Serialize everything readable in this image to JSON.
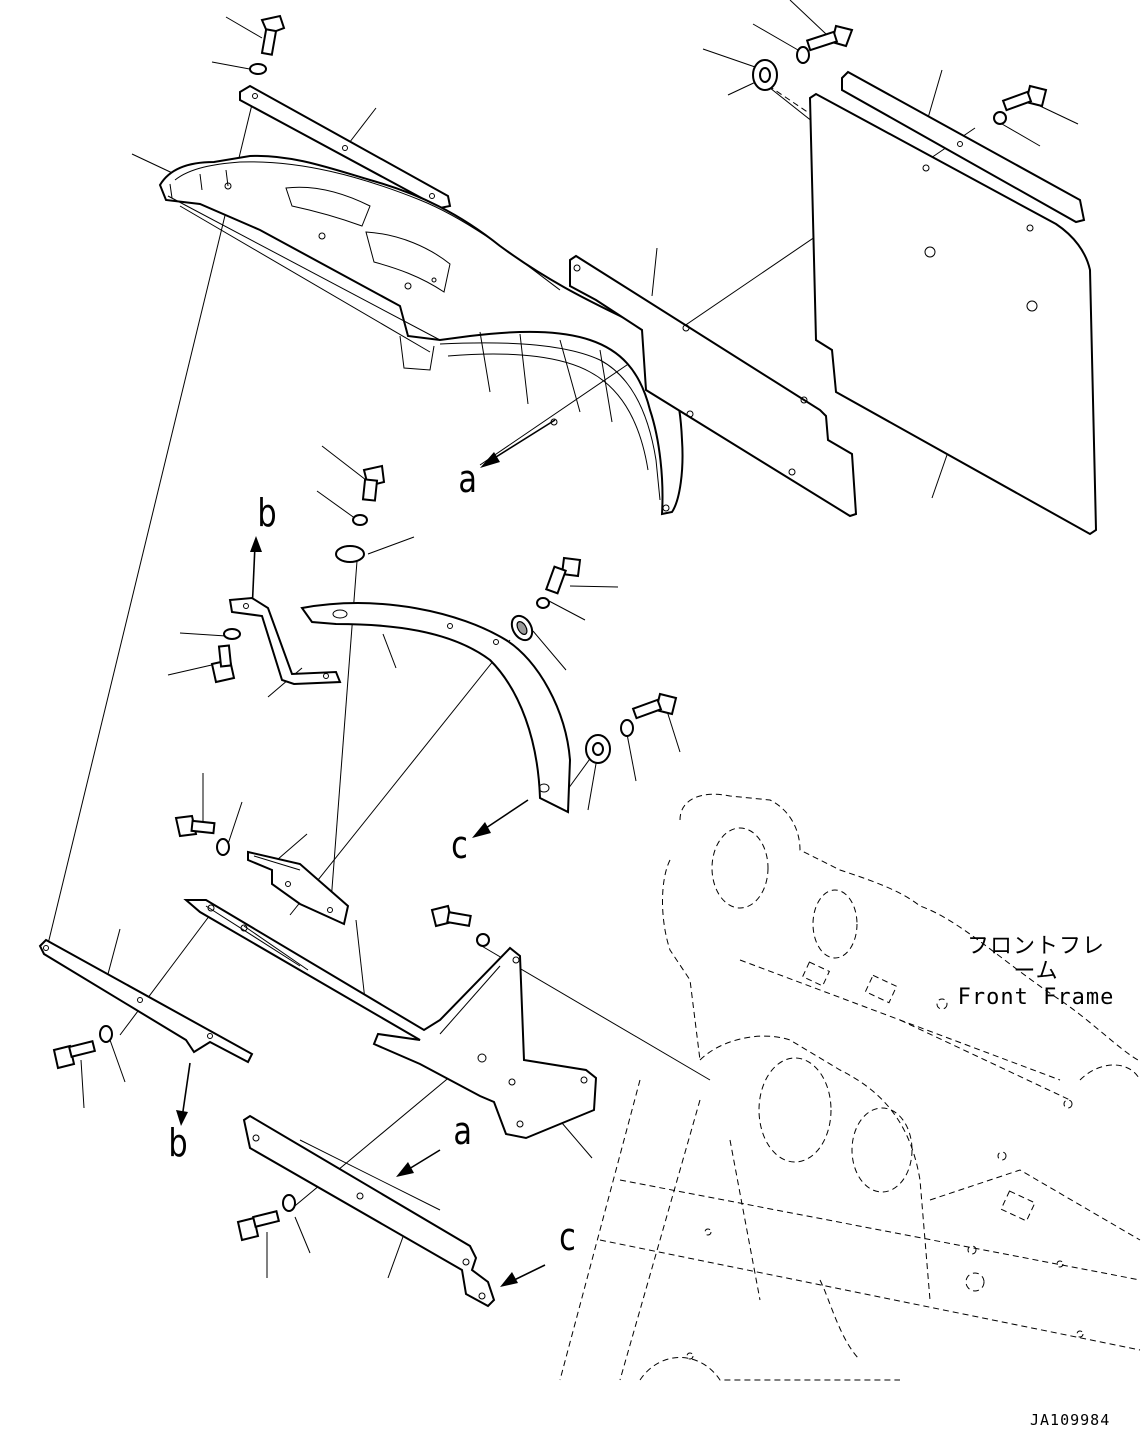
{
  "callouts": {
    "a_top": "a",
    "a_bottom": "a",
    "b_top": "b",
    "b_bottom": "b",
    "c_middle": "c",
    "c_bottom": "c"
  },
  "front_frame": {
    "label_ja": "フロントフレーム",
    "label_en": "Front Frame"
  },
  "drawing_number": "JA109984"
}
